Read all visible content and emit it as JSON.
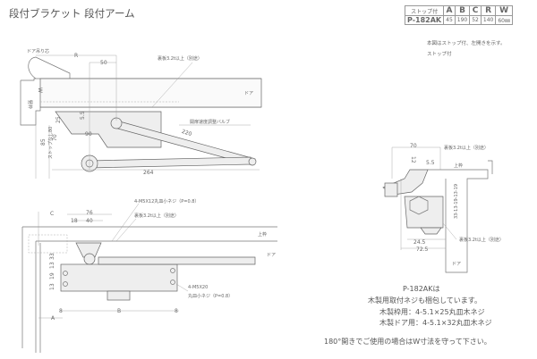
{
  "title": "段付ブラケット 段付アーム",
  "spec_table": {
    "headers": [
      "ストップ付",
      "A",
      "B",
      "C",
      "R",
      "W"
    ],
    "row": [
      "P-182AK",
      "45",
      "190",
      "52",
      "140",
      "60㎜"
    ]
  },
  "notes": [
    "本図はストップ付、左開きを示す。",
    "ストップ付"
  ],
  "top_view": {
    "pivot_label": "ドア吊り芯",
    "r": "R",
    "d50": "50",
    "back_plate": "裏板3.2t以上（別途）",
    "w": "W",
    "door": "ドア",
    "jamb": "竪枠",
    "valve": "開扉速度調整バルブ",
    "d220": "220",
    "d25": "25",
    "d55": "5.5",
    "d90": "90",
    "stop80": "ストップなし80",
    "d70": "70",
    "d85": "85",
    "d264": "264"
  },
  "front_view": {
    "screw1": "4-M5X12丸皿小ネジ（P=0.8）",
    "back_plate": "裏板3.2t以上（別途）",
    "c": "C",
    "d76": "76",
    "d18": "18",
    "d40": "40",
    "head": "上枠",
    "door": "ドア",
    "d33": "33",
    "d13a": "13",
    "d19": "19",
    "d13b": "13",
    "screw2a": "4-M5X20",
    "screw2b": "丸皿小ネジ（P=0.8）",
    "d8a": "8",
    "b": "B",
    "d8b": "8",
    "a": "A"
  },
  "side_view": {
    "d70": "70",
    "back_plate1": "裏板3.2t以上（別途）",
    "d55": "5.5",
    "d12": "12",
    "head": "上枠",
    "dims": "33-13-19-13-19",
    "d245": "24.5",
    "d725": "72.5",
    "back_plate2": "裏板3.2t以上（別途）",
    "door": "ドア"
  },
  "bottom_notes": {
    "model": "P-182AKは",
    "line1": "木製用取付ネジも梱包しています。",
    "line2": "木製枠用：4-5.1×25丸皿木ネジ",
    "line3": "木製ドア用：4-5.1×32丸皿木ネジ",
    "warning": "180°開きでご使用の場合はW寸法を守って下さい。"
  }
}
